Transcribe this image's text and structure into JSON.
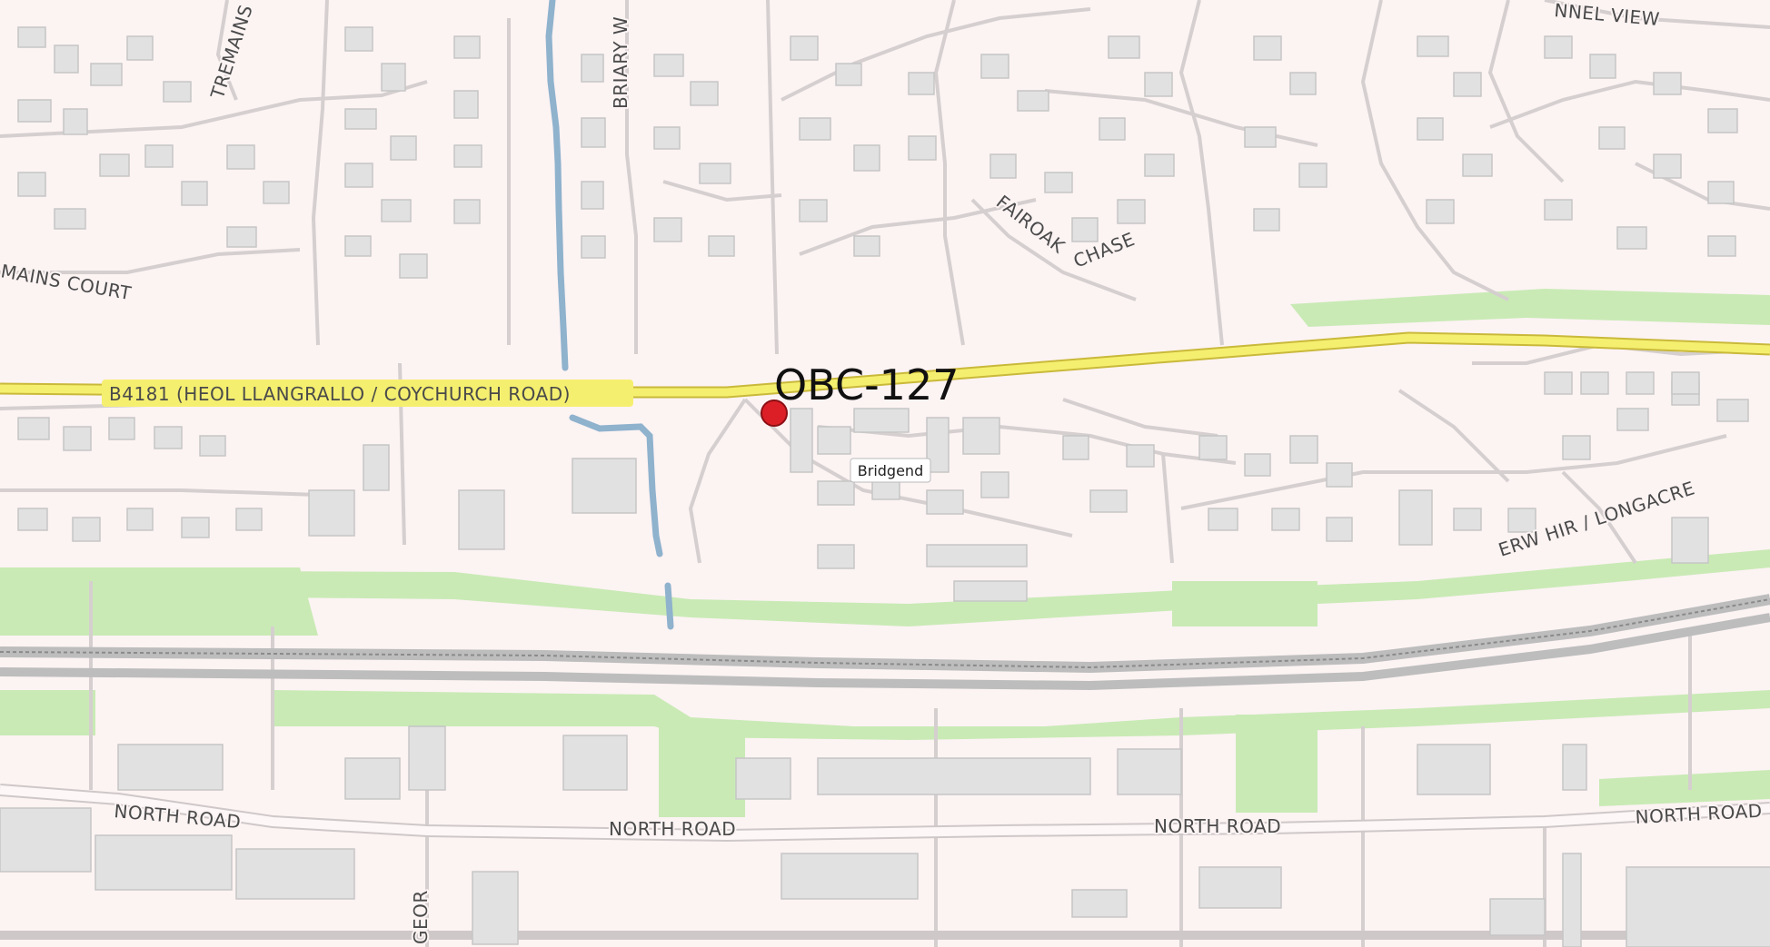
{
  "marker": {
    "label": "OBC-127",
    "color": "#dc1f26"
  },
  "place_label": "Bridgend",
  "roads": {
    "b4181": "B4181 (HEOL LLANGRALLO / COYCHURCH ROAD)",
    "north_road_1": "NORTH ROAD",
    "north_road_2": "NORTH ROAD",
    "north_road_3": "NORTH ROAD",
    "north_road_4": "NORTH ROAD",
    "tremains": "TREMAINS",
    "tremains_court": "MAINS COURT",
    "briary": "BRIARY W",
    "channel_view": "NNEL VIEW",
    "fairoak_chase": "FAIROAK CHASE",
    "erw_hir": "ERW HIR / LONGACRE",
    "geor": "GEOR"
  },
  "colors": {
    "background": "#fcf3f3",
    "building": "#e1e1e1",
    "building_edge": "#c6c6c6",
    "street": "#d5cfcf",
    "main_road": "#f5ef70",
    "main_road_edge": "#c9b93a",
    "water": "#8fb2cd",
    "green": "#c9eab5",
    "rail": "#8a8a8a"
  }
}
